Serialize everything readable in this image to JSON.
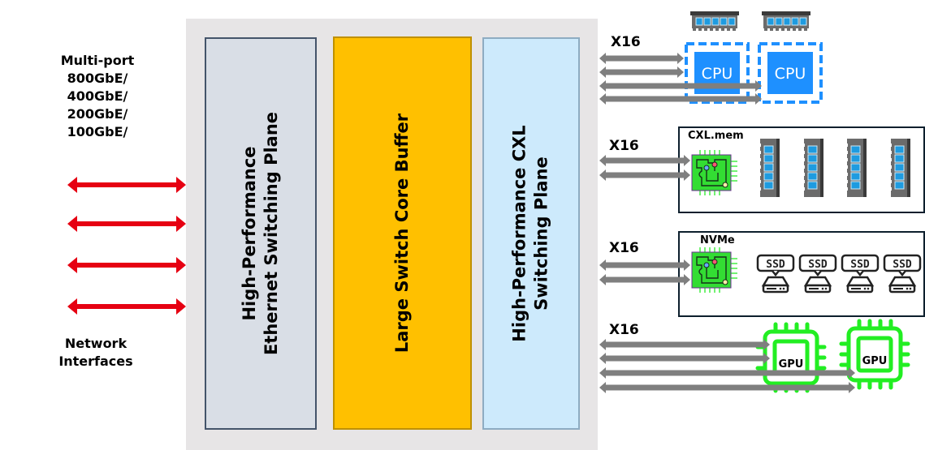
{
  "network": {
    "title_lines": [
      "Multi-port",
      "800GbE/",
      "400GbE/",
      "200GbE/",
      "100GbE/"
    ],
    "interfaces_label_lines": [
      "Network",
      "Interfaces"
    ],
    "arrow_count": 4,
    "arrow_color": "#e60012"
  },
  "switch": {
    "background_color": "#e7e5e6",
    "planes": [
      {
        "lines": [
          "High-Performance",
          "Ethernet Switching Plane"
        ],
        "fill": "#d9dee6",
        "border": "#44546a"
      },
      {
        "lines": [
          "Large Switch Core Buffer"
        ],
        "fill": "#ffc000",
        "border": "#bf9000"
      },
      {
        "lines": [
          "High-Performance CXL",
          "Switching Plane"
        ],
        "fill": "#cdeafc",
        "border": "#8eacc2"
      }
    ]
  },
  "links": {
    "lane_label": "X16",
    "arrow_color": "#7f7f7f"
  },
  "devices": {
    "cpu": {
      "label": "CPU",
      "count": 2,
      "color": "#1e90ff",
      "memory_modules": 2
    },
    "cxl_mem": {
      "label": "CXL.mem",
      "dimm_count": 4
    },
    "nvme": {
      "label": "NVMe",
      "ssd_label": "SSD",
      "ssd_count": 4
    },
    "gpu": {
      "label": "GPU",
      "count": 2,
      "color": "#22ee22"
    }
  }
}
